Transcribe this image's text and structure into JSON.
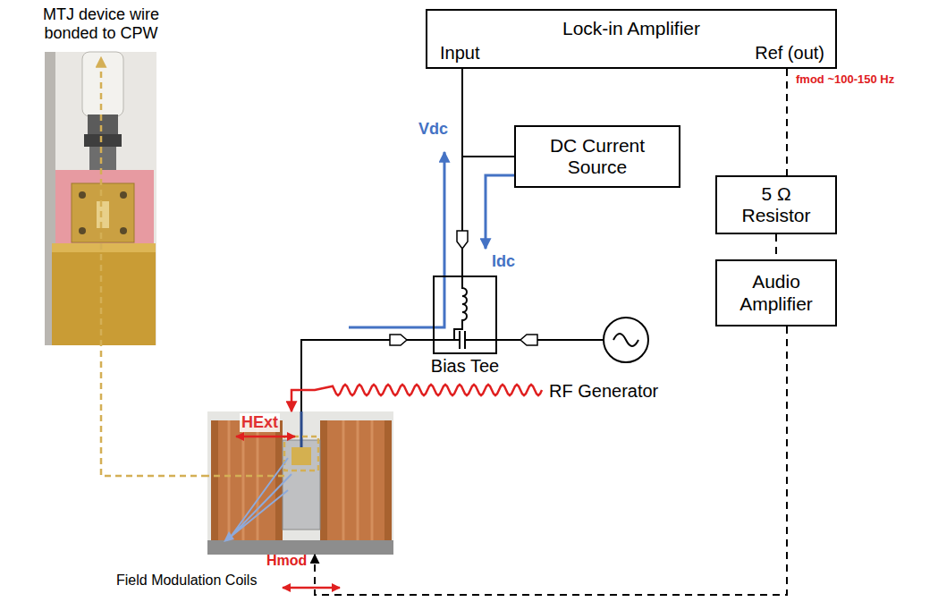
{
  "diagram": {
    "nodes": [
      {
        "text": [
          "MTJ device wire bonded to CPW"
        ]
      },
      {
        "text": [
          "Lock-in Amplifier",
          "Input",
          "Ref (out)"
        ]
      },
      {
        "text": [
          "DC Current Source"
        ]
      },
      {
        "text": [
          "5 Ω Resistor"
        ]
      },
      {
        "text": [
          "Audio Amplifier"
        ]
      },
      {
        "text": [
          "Bias Tee"
        ]
      },
      {
        "text": [
          "RF Generator"
        ]
      },
      {
        "text": [
          "HExt"
        ]
      }
    ],
    "edges": [
      {
        "from": 1,
        "to": 5,
        "arrow": "none"
      },
      {
        "from": 2,
        "to": 5,
        "arrow": "none"
      },
      {
        "from": 6,
        "to": 5,
        "arrow": "none"
      },
      {
        "from": 5,
        "to": 7,
        "arrow": "none"
      },
      {
        "from": 1,
        "to": 3,
        "arrow": "none"
      },
      {
        "from": 3,
        "to": 4,
        "arrow": "none"
      },
      {
        "from": 4,
        "to": 7,
        "arrow": "to"
      },
      {
        "from": 7,
        "to": 0,
        "arrow": "to"
      },
      {
        "from": 6,
        "to": 7,
        "arrow": "to"
      }
    ],
    "labels": [
      "fmod ~100-150 Hz",
      "Vdc",
      "Idc",
      "Field Modulation Coils",
      "Hmod"
    ]
  }
}
